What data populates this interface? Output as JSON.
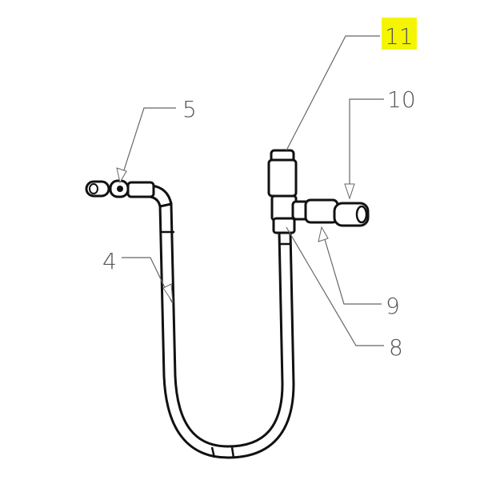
{
  "diagram": {
    "callouts": [
      {
        "id": "callout-11",
        "label": "11",
        "highlighted": true
      },
      {
        "id": "callout-10",
        "label": "10",
        "highlighted": false
      },
      {
        "id": "callout-5",
        "label": "5",
        "highlighted": false
      },
      {
        "id": "callout-4",
        "label": "4",
        "highlighted": false
      },
      {
        "id": "callout-9",
        "label": "9",
        "highlighted": false
      },
      {
        "id": "callout-8",
        "label": "8",
        "highlighted": false
      }
    ],
    "colors": {
      "highlight": "#f5f500",
      "line": "#111111",
      "leader": "#666666"
    }
  }
}
